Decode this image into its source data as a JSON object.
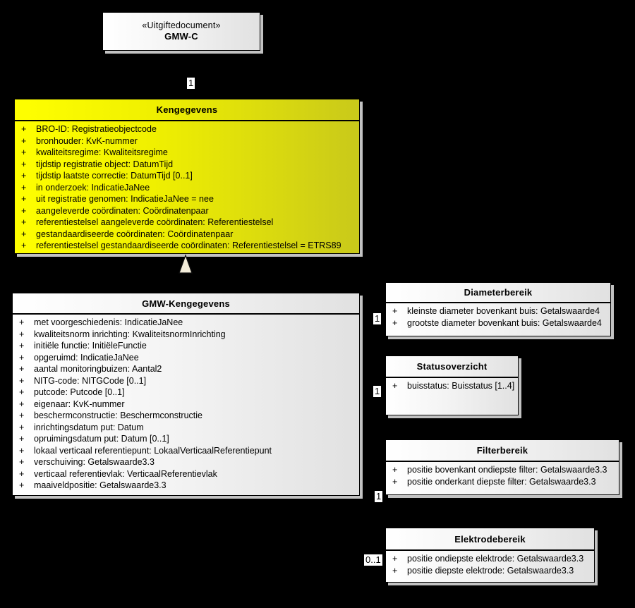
{
  "visibility_symbol": "+",
  "gmwc": {
    "stereotype": "«Uitgiftedocument»",
    "name": "GMW-C",
    "multiplicity_to_kengegevens": "1"
  },
  "kengegevens": {
    "title": "Kengegevens",
    "attributes": [
      "BRO-ID: Registratieobjectcode",
      "bronhouder: KvK-nummer",
      "kwaliteitsregime: Kwaliteitsregime",
      "tijdstip registratie object: DatumTijd",
      "tijdstip laatste correctie: DatumTijd [0..1]",
      "in onderzoek: IndicatieJaNee",
      "uit registratie genomen: IndicatieJaNee = nee",
      "aangeleverde coördinaten: Coördinatenpaar",
      "referentiestelsel aangeleverde coördinaten: Referentiestelsel",
      "gestandaardiseerde coördinaten: Coördinatenpaar",
      "referentiestelsel gestandaardiseerde coördinaten: Referentiestelsel = ETRS89"
    ]
  },
  "gmw_kengegevens": {
    "title": "GMW-Kengegevens",
    "attributes": [
      "met voorgeschiedenis: IndicatieJaNee",
      "kwaliteitsnorm inrichting: KwaliteitsnormInrichting",
      "initiële functie: InitiëleFunctie",
      "opgeruimd: IndicatieJaNee",
      "aantal monitoringbuizen: Aantal2",
      "NITG-code: NITGCode [0..1]",
      "putcode: Putcode [0..1]",
      "eigenaar: KvK-nummer",
      "beschermconstructie: Beschermconstructie",
      "inrichtingsdatum put: Datum",
      "opruimingsdatum put: Datum [0..1]",
      "lokaal verticaal referentiepunt: LokaalVerticaalReferentiepunt",
      "verschuiving: Getalswaarde3.3",
      "verticaal referentievlak: VerticaalReferentievlak",
      "maaiveldpositie: Getalswaarde3.3"
    ]
  },
  "diameterbereik": {
    "title": "Diameterbereik",
    "multiplicity": "1",
    "attributes": [
      "kleinste diameter bovenkant buis: Getalswaarde4",
      "grootste diameter bovenkant buis: Getalswaarde4"
    ]
  },
  "statusoverzicht": {
    "title": "Statusoverzicht",
    "multiplicity": "1",
    "attributes": [
      "buisstatus: Buisstatus [1..4]"
    ]
  },
  "filterbereik": {
    "title": "Filterbereik",
    "multiplicity": "1",
    "attributes": [
      "positie bovenkant ondiepste filter: Getalswaarde3.3",
      "positie onderkant diepste filter: Getalswaarde3.3"
    ]
  },
  "elektrodebereik": {
    "title": "Elektrodebereik",
    "multiplicity": "0..1",
    "attributes": [
      "positie ondiepste elektrode: Getalswaarde3.3",
      "positie diepste elektrode: Getalswaarde3.3"
    ]
  },
  "colors": {
    "background": "#000000",
    "class_fill_left": "#ffffff",
    "class_fill_right": "#e1e1e1",
    "highlight_fill_left": "#ffff00",
    "highlight_fill_right": "#c9c91a",
    "border": "#000000",
    "shadow": "#c2c2c2",
    "generalization_arrow_fill": "#f4edda"
  }
}
